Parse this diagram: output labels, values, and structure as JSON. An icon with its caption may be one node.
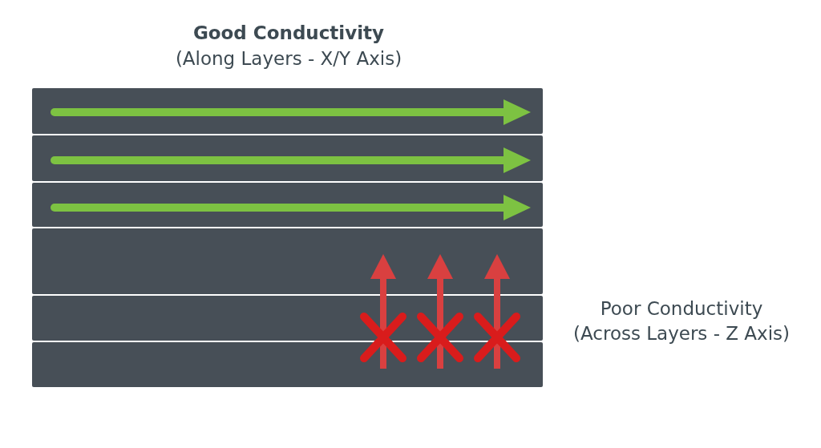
{
  "diagram": {
    "labels": [
      "Good Conductivity",
      "(Along Layers - X/Y Axis)",
      "Poor Conductivity",
      "(Across Layers - Z Axis)"
    ]
  }
}
